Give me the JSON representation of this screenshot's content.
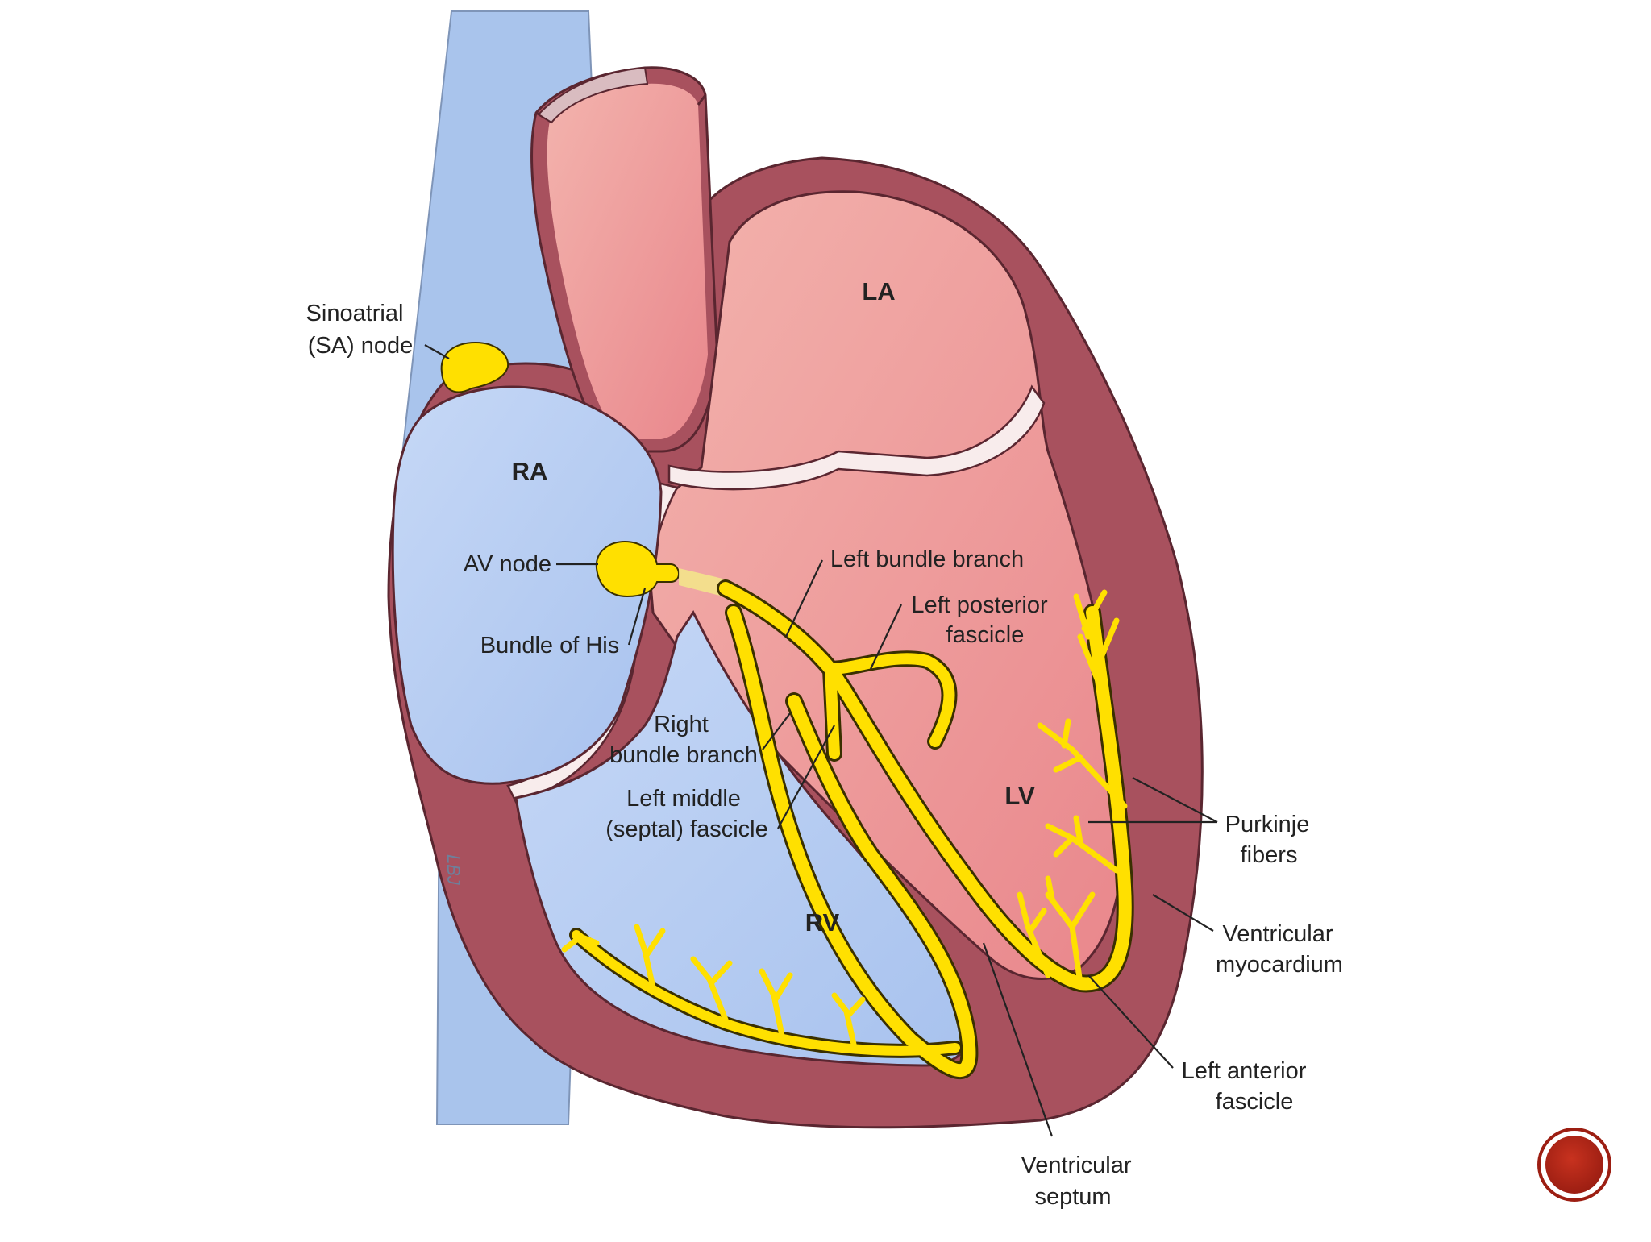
{
  "diagram": {
    "chambers": {
      "la": "LA",
      "ra": "RA",
      "lv": "LV",
      "rv": "RV"
    },
    "labels": {
      "sa_node": [
        "Sinoatrial",
        "(SA) node"
      ],
      "av_node": "AV node",
      "bundle_of_his": "Bundle of His",
      "left_bundle_branch": "Left bundle branch",
      "left_posterior_fascicle": [
        "Left posterior",
        "fascicle"
      ],
      "right_bundle_branch": [
        "Right",
        "bundle branch"
      ],
      "left_middle_fascicle": [
        "Left middle",
        "(septal) fascicle"
      ],
      "purkinje_fibers": [
        "Purkinje",
        "fibers"
      ],
      "ventricular_myocardium": [
        "Ventricular",
        "myocardium"
      ],
      "left_anterior_fascicle": [
        "Left anterior",
        "fascicle"
      ],
      "ventricular_septum": [
        "Ventricular",
        "septum"
      ]
    },
    "watermark": "LBJ",
    "colors": {
      "vein_blue": "#a9c4ec",
      "right_heart_blue": "#b9cff2",
      "left_heart_pink": "#eea0a0",
      "myocardium": "#a8515e",
      "conduction_yellow": "#ffe000",
      "slide_button": "#b5261c"
    }
  },
  "slide": {
    "nav_button": "next-slide"
  }
}
